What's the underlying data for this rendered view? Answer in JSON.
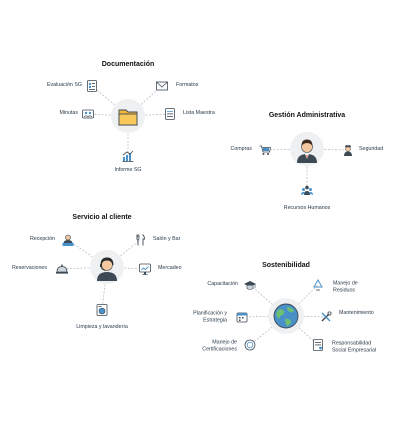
{
  "colors": {
    "line": "#b8c0c8",
    "accent": "#4a90c8",
    "dark": "#3d4a55",
    "folder": "#f4b63a"
  },
  "documentacion": {
    "title": "Documentación",
    "evaluacion": "Evaluación SG",
    "formatos": "Formatos",
    "minutas": "Minutas",
    "lista_maestra": "Lista Maestra",
    "informe": "Informe SG"
  },
  "gestion": {
    "title": "Gestión Administrativa",
    "compras": "Compras",
    "seguridad": "Seguridad",
    "rrhh": "Recursos Humanos"
  },
  "servicio": {
    "title": "Servicio al cliente",
    "recepcion": "Recepción",
    "salon": "Salón y Bar",
    "reservaciones": "Reservaciones",
    "mercadeo": "Mercadeo",
    "limpieza": "Limpieza y lavandería"
  },
  "sostenibilidad": {
    "title": "Sostenibilidad",
    "capacitacion": "Capacitación",
    "manejo_residuos_1": "Manejo de",
    "manejo_residuos_2": "Residuos",
    "planificacion_1": "Planificación y",
    "planificacion_2": "Estrategia",
    "mantenimiento": "Mantenimiento",
    "certificaciones_1": "Manejo de",
    "certificaciones_2": "Certificaciones",
    "rse_1": "Responsabilidad",
    "rse_2": "Social Empresarial"
  }
}
